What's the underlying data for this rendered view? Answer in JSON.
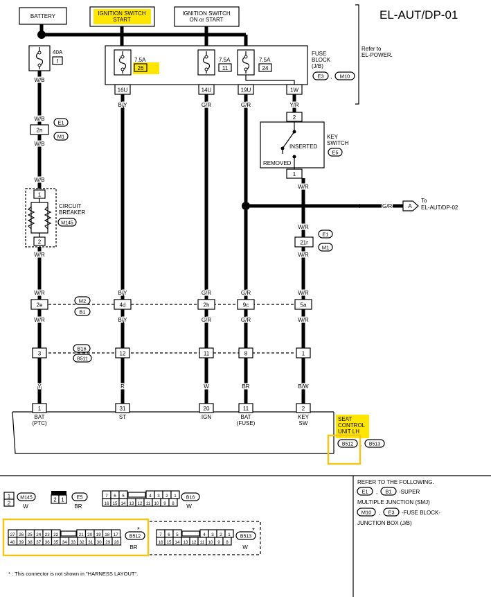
{
  "header": {
    "page_code": "EL-AUT/DP-01",
    "refer_to": [
      "Refer to",
      "EL-POWER."
    ]
  },
  "sources": {
    "battery": "BATTERY",
    "ign_start": [
      "IGNITION SWITCH",
      "START"
    ],
    "ign_on_start": [
      "IGNITION SWITCH",
      "ON or START"
    ]
  },
  "fuses": {
    "f1": {
      "amp": "40A",
      "id": "f"
    },
    "f2": {
      "amp": "7.5A",
      "id": "26"
    },
    "f3": {
      "amp": "7.5A",
      "id": "11"
    },
    "f4": {
      "amp": "7.5A",
      "id": "24"
    },
    "block_label": [
      "FUSE",
      "BLOCK",
      "(J/B)"
    ],
    "block_conns": [
      "E3",
      "M10"
    ],
    "terminals": [
      "16U",
      "14U",
      "19U",
      "1W"
    ]
  },
  "wires": {
    "col1": [
      "W/B",
      "W/B",
      "W/B",
      "W/B",
      "W/R",
      "W/R",
      "W/R",
      "Y"
    ],
    "col2": [
      "B/Y",
      "B/Y",
      "B/Y",
      "R"
    ],
    "col3": [
      "G/R",
      "G/R",
      "G/R",
      "W"
    ],
    "col4": [
      "G/R",
      "G/R",
      "G/R",
      "BR"
    ],
    "col5": [
      "Y/R",
      "W/R",
      "W/R",
      "W/R",
      "W/R",
      "W/R",
      "B/W"
    ],
    "branch": "G/R"
  },
  "connectors": {
    "c2n": "2n",
    "e1": "E1",
    "m1": "M1",
    "cb_top": "1",
    "cb_bot": "2",
    "ks_top": "2",
    "ks_bot": "1",
    "c21r": "21r",
    "row_m2": [
      "2e",
      "4d",
      "2h",
      "9c",
      "5a"
    ],
    "m2": "M2",
    "b1": "B1",
    "row_b16": [
      "3",
      "12",
      "11",
      "8",
      "1"
    ],
    "b16": "B16",
    "b511": "B511",
    "unit_pins": [
      "1",
      "31",
      "20",
      "11",
      "2"
    ]
  },
  "circuit_breaker": {
    "label": [
      "CIRCUIT",
      "BREAKER"
    ],
    "conn": "M145"
  },
  "key_switch": {
    "label": [
      "KEY",
      "SWITCH"
    ],
    "conn": "E5",
    "inserted": "INSERTED",
    "removed": "REMOVED"
  },
  "branch_to": {
    "conn": "A",
    "to": [
      "To",
      "EL-AUT/DP-02"
    ]
  },
  "unit": {
    "pins": [
      [
        "BAT",
        "(PTC)"
      ],
      [
        "ST"
      ],
      [
        "IGN"
      ],
      [
        "BAT",
        "(FUSE)"
      ],
      [
        "KEY",
        "SW"
      ]
    ],
    "name": [
      "SEAT",
      "CONTROL",
      "UNIT LH"
    ],
    "conns": [
      "B512",
      "B513"
    ]
  },
  "legend": {
    "m145": {
      "pins": [
        "1",
        "2"
      ],
      "name": "M145",
      "color": "W"
    },
    "e5": {
      "pins": [
        "2",
        "1"
      ],
      "name": "E5",
      "color": "BR"
    },
    "b16": {
      "row1": [
        "7",
        "6",
        "5",
        "4",
        "3",
        "2",
        "1"
      ],
      "row2": [
        "16",
        "15",
        "14",
        "13",
        "12",
        "11",
        "10",
        "9",
        "8"
      ],
      "name": "B16",
      "color": "W"
    },
    "b512": {
      "row1": [
        "27",
        "26",
        "25",
        "24",
        "23",
        "22",
        "21",
        "20",
        "19",
        "18",
        "17"
      ],
      "row2": [
        "40",
        "39",
        "38",
        "37",
        "36",
        "35",
        "34",
        "33",
        "32",
        "31",
        "30",
        "29",
        "28"
      ],
      "name": "B512",
      "color": "BR"
    },
    "b513": {
      "row1": [
        "7",
        "6",
        "5",
        "4",
        "3",
        "2",
        "1"
      ],
      "row2": [
        "16",
        "15",
        "14",
        "13",
        "12",
        "11",
        "10",
        "9",
        "8"
      ],
      "name": "B513",
      "color": "W"
    },
    "asterisk": "*",
    "footnote": "* : This connector is not shown in \"HARNESS LAYOUT\"."
  },
  "refer": {
    "line1": "REFER TO THE FOLLOWING.",
    "e1": "E1",
    "b1": "B1",
    "super": "-SUPER",
    "smj": "MULTIPLE JUNCTION (SMJ)",
    "m10": "M10",
    "e3": "E3",
    "fb": "-FUSE BLOCK-",
    "jb": "JUNCTION BOX (J/B)",
    "comma": ","
  },
  "highlight_color": "#ffe600",
  "box_color": "#f5c518"
}
